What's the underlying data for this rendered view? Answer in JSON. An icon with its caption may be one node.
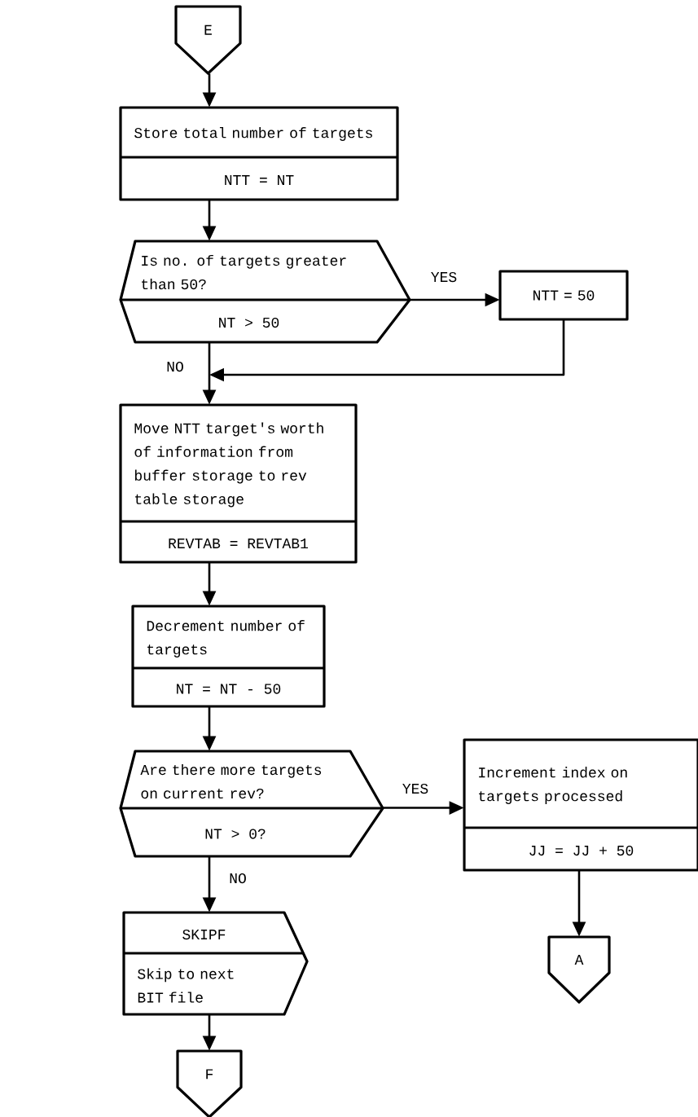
{
  "diagram": {
    "nodes": [
      {
        "text": [
          "E"
        ]
      },
      {
        "text": [
          "Store total number of targets",
          "NTT = NT"
        ]
      },
      {
        "text": [
          "Is no. of targets greater than 50?",
          "NT > 50"
        ]
      },
      {
        "text": [
          "NTT = 50"
        ]
      },
      {
        "text": [
          "Move NTT target's worth of information from buffer storage to rev table storage",
          "REVTAB = REVTAB1"
        ]
      },
      {
        "text": [
          "Decrement number of targets",
          "NT = NT - 50"
        ]
      },
      {
        "text": [
          "Are there more targets on current rev?",
          "NT > 0?"
        ]
      },
      {
        "text": [
          "Increment index on targets processed",
          "JJ = JJ + 50"
        ]
      },
      {
        "text": [
          "A"
        ]
      },
      {
        "text": [
          "SKIPF",
          "Skip to next BIT file"
        ]
      },
      {
        "text": [
          "F"
        ]
      }
    ],
    "edges": [
      {
        "from": 0,
        "to": 1,
        "arrow": "to"
      },
      {
        "from": 1,
        "to": 2,
        "arrow": "to"
      },
      {
        "from": 2,
        "to": 3,
        "arrow": "to",
        "label": "YES"
      },
      {
        "from": 2,
        "to": 4,
        "arrow": "to",
        "label": "NO"
      },
      {
        "from": 3,
        "to": 4,
        "arrow": "to"
      },
      {
        "from": 4,
        "to": 5,
        "arrow": "to"
      },
      {
        "from": 5,
        "to": 6,
        "arrow": "to"
      },
      {
        "from": 6,
        "to": 7,
        "arrow": "to",
        "label": "YES"
      },
      {
        "from": 6,
        "to": 9,
        "arrow": "to",
        "label": "NO"
      },
      {
        "from": 7,
        "to": 8,
        "arrow": "to"
      },
      {
        "from": 9,
        "to": 10,
        "arrow": "to"
      }
    ]
  }
}
